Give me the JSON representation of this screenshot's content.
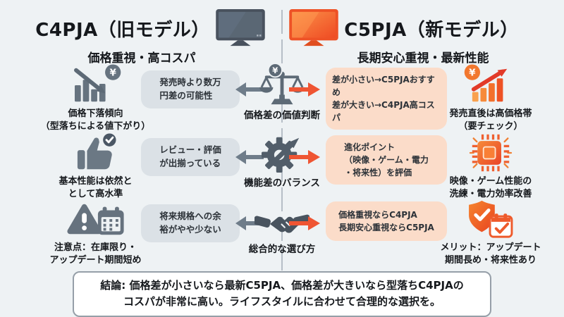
{
  "header": {
    "left": {
      "title": "C4PJA（旧モデル）",
      "subtitle": "価格重視・高コスパ"
    },
    "right": {
      "title": "C5PJA（新モデル）",
      "subtitle": "長期安心重視・最新性能"
    }
  },
  "rows": [
    {
      "left": {
        "caption": "価格下落傾向\n（型落ちによる値下がり）"
      },
      "left_box": "発売時より数万\n円差の可能性",
      "center": {
        "label": "価格差の価値判断"
      },
      "right_box": "差が小さい→C5PJAおすすめ\n差が大きい→C4PJA高コスパ",
      "right": {
        "caption": "発売直後は高価格帯\n（要チェック）"
      }
    },
    {
      "left": {
        "caption": "基本性能は依然と\nとして高水準"
      },
      "left_box": "レビュー・評価\nが出揃っている",
      "center": {
        "label": "機能差のバランス"
      },
      "right_box": "進化ポイント\n（映像・ゲーム・電力\n・将来性）を評価",
      "right": {
        "caption": "映像・ゲーム性能の\n洗練・電力効率改善"
      }
    },
    {
      "left": {
        "caption": "注意点：在庫限り・\nアップデート期間短め"
      },
      "left_box": "将来規格への余\n裕がやや少ない",
      "center": {
        "label": "総合的な選び方"
      },
      "right_box": "価格重視ならC4PJA\n長期安心重視ならC5PJA",
      "right": {
        "caption": "メリット：アップデート\n期間長め・将来性あり"
      }
    }
  ],
  "conclusion": "結論: 価格差が小さいなら最新C5PJA、価格差が大きいなら型落ちC4PJAの\nコスパが非常に高い。ライフスタイルに合わせて合理的な選択を。",
  "glyphs": {
    "yen": "¥"
  },
  "icons": {
    "header_left": "tv-dark-icon",
    "header_right": "tv-orange-icon",
    "rows": [
      {
        "left": "price-drop-chart-icon",
        "center": "balance-scale-icon",
        "right": "price-rise-chart-icon"
      },
      {
        "left": "thumbs-up-icon",
        "center": "gear-growth-icon",
        "right": "cpu-chip-icon"
      },
      {
        "left": "warning-calendar-icon",
        "center": "handshake-icon",
        "right": "shield-calendar-icon"
      }
    ],
    "left_arrow": "arrow-left-icon",
    "right_arrow": "arrow-right-icon"
  },
  "colors": {
    "background": "#eef2f4",
    "gray_icon": "#66737f",
    "dark_slate": "#49545f",
    "gray_box": "#dbe1e6",
    "peach_box": "#fbdcc9",
    "orange": "#f2772e",
    "orange_red": "#ee5226",
    "arrow_gray": "#6f7d8a",
    "arrow_orange": "#ef5533",
    "text": "#15181c",
    "divider": "#b6bec6",
    "conclusion_border": "#969fa8",
    "conclusion_bg": "#ffffff"
  }
}
